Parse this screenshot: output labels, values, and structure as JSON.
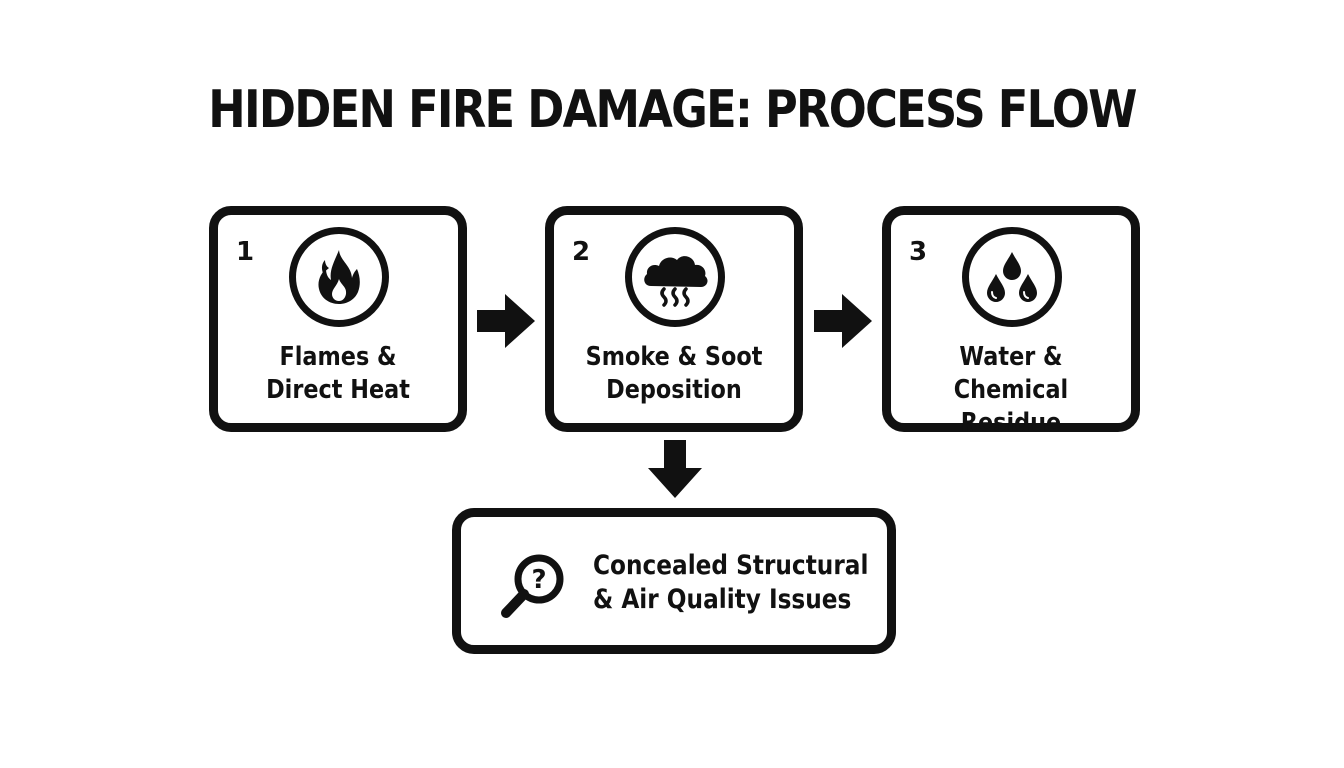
{
  "title": "HIDDEN FIRE DAMAGE: PROCESS FLOW",
  "steps": [
    {
      "number": "1",
      "icon": "flame-icon",
      "line1": "Flames &",
      "line2": "Direct Heat"
    },
    {
      "number": "2",
      "icon": "smoke-cloud-icon",
      "line1": "Smoke & Soot",
      "line2": "Deposition"
    },
    {
      "number": "3",
      "icon": "water-drops-icon",
      "line1": "Water & Chemical",
      "line2": "Residue"
    }
  ],
  "outcome": {
    "icon": "magnifier-question-icon",
    "line1": "Concealed Structural",
    "line2": "& Air Quality Issues"
  },
  "colors": {
    "stroke": "#111111",
    "background": "#ffffff"
  }
}
